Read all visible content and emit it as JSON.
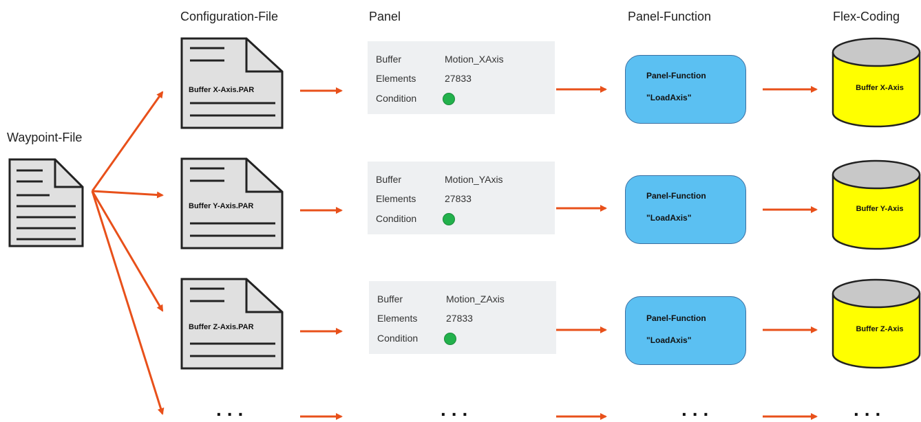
{
  "headers": {
    "config": "Configuration-File",
    "panel": "Panel",
    "function": "Panel-Function",
    "flex": "Flex-Coding",
    "waypoint": "Waypoint-File"
  },
  "rows": [
    {
      "file": "Buffer X-Axis.PAR",
      "panel": {
        "buffer_label": "Buffer",
        "buffer_value": "Motion_XAxis",
        "elements_label": "Elements",
        "elements_value": "27833",
        "condition_label": "Condition",
        "condition_color": "#22b14c"
      },
      "function": {
        "name": "Panel-Function",
        "arg": "\"LoadAxis\""
      },
      "buffer": "Buffer X-Axis"
    },
    {
      "file": "Buffer Y-Axis.PAR",
      "panel": {
        "buffer_label": "Buffer",
        "buffer_value": "Motion_YAxis",
        "elements_label": "Elements",
        "elements_value": "27833",
        "condition_label": "Condition",
        "condition_color": "#22b14c"
      },
      "function": {
        "name": "Panel-Function",
        "arg": "\"LoadAxis\""
      },
      "buffer": "Buffer Y-Axis"
    },
    {
      "file": "Buffer Z-Axis.PAR",
      "panel": {
        "buffer_label": "Buffer",
        "buffer_value": "Motion_ZAxis",
        "elements_label": "Elements",
        "elements_value": "27833",
        "condition_label": "Condition",
        "condition_color": "#22b14c"
      },
      "function": {
        "name": "Panel-Function",
        "arg": "\"LoadAxis\""
      },
      "buffer": "Buffer Z-Axis"
    }
  ],
  "ellipsis": "...",
  "colors": {
    "arrow": "#e8501a",
    "panel_bg": "#eef0f2",
    "function_fill": "#5bc0f2",
    "cylinder_fill": "#ffff00",
    "cylinder_top": "#c8c8c8",
    "document_fill": "#e0e0e0"
  }
}
